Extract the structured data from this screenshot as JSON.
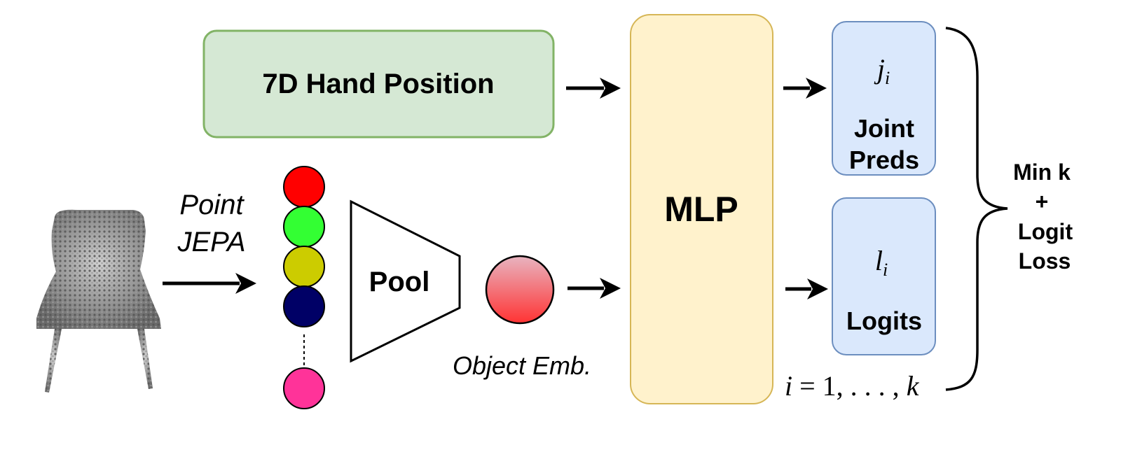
{
  "hand_box": {
    "label": "7D Hand Position",
    "fill": "#d5e8d4",
    "stroke": "#82b366"
  },
  "point_cloud": {
    "label_line1": "Point",
    "label_line2": "JEPA"
  },
  "tokens": {
    "colors": [
      "#ff0000",
      "#33ff33",
      "#cccc00",
      "#000066",
      "#ff3399"
    ]
  },
  "pool": {
    "label": "Pool"
  },
  "object_embedding": {
    "label": "Object Emb.",
    "gradient_top": "#e8b4c0",
    "gradient_bottom": "#ff3333"
  },
  "mlp": {
    "label": "MLP",
    "fill": "#fff2cc",
    "stroke": "#d6b656"
  },
  "joint_box": {
    "symbol": "j",
    "subscript": "i",
    "label_line1": "Joint",
    "label_line2": "Preds",
    "fill": "#dae8fc",
    "stroke": "#6c8ebf"
  },
  "logit_box": {
    "symbol": "l",
    "subscript": "i",
    "label": "Logits",
    "fill": "#dae8fc",
    "stroke": "#6c8ebf"
  },
  "index_range": {
    "var": "i",
    "eq": " = 1, . . . , ",
    "end": "k"
  },
  "loss": {
    "line1": "Min k",
    "line2": "+",
    "line3": "Logit",
    "line4": "Loss"
  }
}
